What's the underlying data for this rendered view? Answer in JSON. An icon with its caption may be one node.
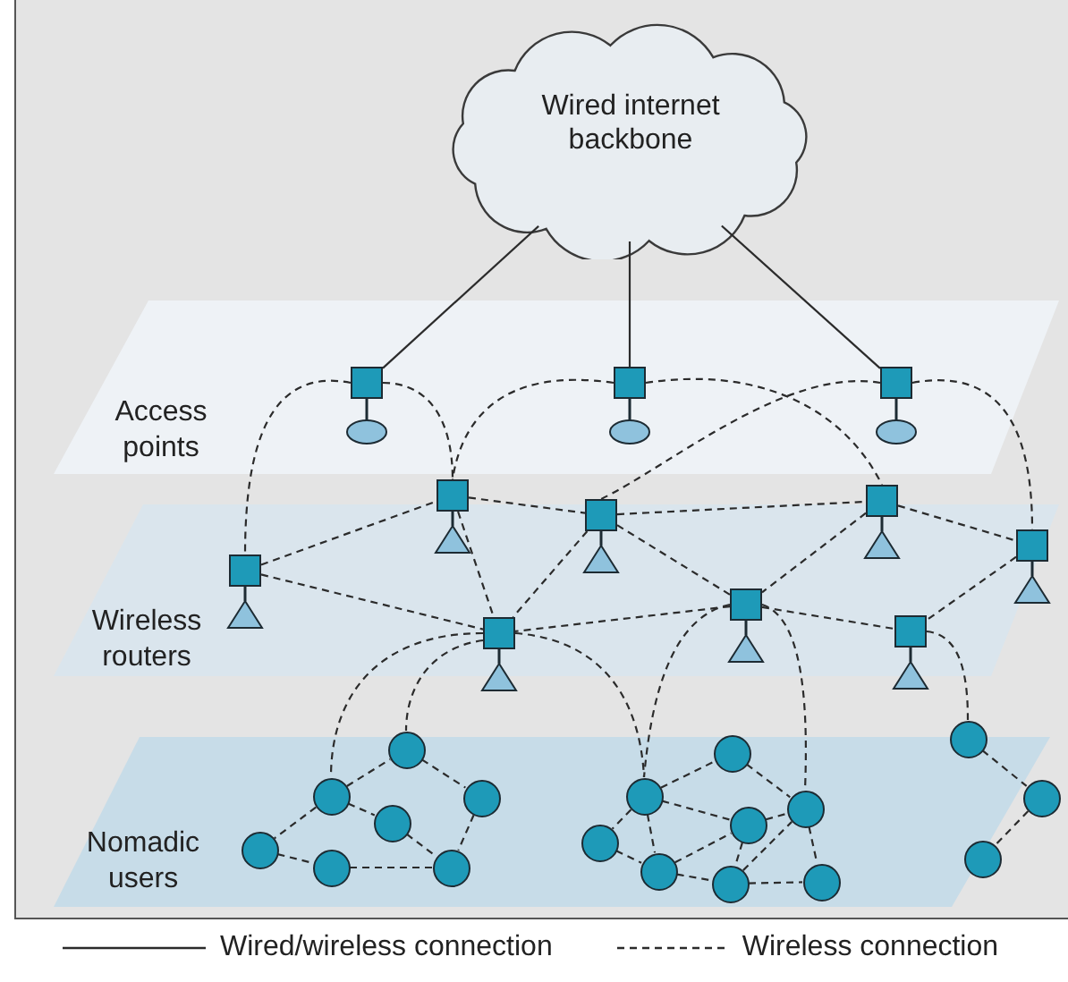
{
  "diagram": {
    "nodes": [
      {
        "text": [
          "Wired internet backbone"
        ]
      },
      {
        "text": [
          "Access points"
        ]
      },
      {
        "text": [
          "Wireless routers"
        ]
      },
      {
        "text": [
          "Nomadic users"
        ]
      },
      {
        "text": [],
        "shape": "box",
        "in": 1
      },
      {
        "text": [],
        "shape": "box",
        "in": 1
      },
      {
        "text": [],
        "shape": "box",
        "in": 1
      },
      {
        "text": [],
        "shape": "box"
      },
      {
        "text": [],
        "shape": "box"
      },
      {
        "text": [],
        "shape": "box"
      },
      {
        "text": [],
        "shape": "box",
        "in": 2
      },
      {
        "text": [],
        "shape": "box",
        "in": 2
      },
      {
        "text": [],
        "shape": "box",
        "in": 2
      },
      {
        "text": [],
        "shape": "box",
        "in": 2
      },
      {
        "text": [],
        "shape": "box",
        "in": 2
      },
      {
        "text": [],
        "shape": "circle"
      },
      {
        "text": [],
        "shape": "circle",
        "in": 3
      },
      {
        "text": [],
        "shape": "circle",
        "in": 3
      },
      {
        "text": [],
        "shape": "circle",
        "in": 3
      },
      {
        "text": [],
        "shape": "circle",
        "in": 3
      },
      {
        "text": [],
        "shape": "circle",
        "in": 3
      },
      {
        "text": [],
        "shape": "circle",
        "in": 3
      },
      {
        "text": [],
        "shape": "circle",
        "in": 3
      },
      {
        "text": [],
        "shape": "circle",
        "in": 3
      },
      {
        "text": [],
        "shape": "circle",
        "in": 3
      },
      {
        "text": [],
        "shape": "circle",
        "in": 3
      },
      {
        "text": [],
        "shape": "circle",
        "in": 3
      },
      {
        "text": [],
        "shape": "circle",
        "in": 3
      },
      {
        "text": [],
        "shape": "circle",
        "in": 3
      },
      {
        "text": [],
        "shape": "circle",
        "in": 3
      },
      {
        "text": [],
        "shape": "circle"
      },
      {
        "text": [],
        "shape": "circle"
      },
      {
        "text": [],
        "shape": "circle",
        "in": 3
      }
    ],
    "edges": [
      {
        "from": 0,
        "to": 4,
        "arrow": "none"
      },
      {
        "from": 0,
        "to": 5,
        "arrow": "none"
      },
      {
        "from": 0,
        "to": 6,
        "arrow": "none"
      },
      {
        "from": 4,
        "to": 11,
        "arrow": "none",
        "style": "dashed"
      },
      {
        "from": 4,
        "to": 7,
        "arrow": "none",
        "style": "dashed"
      },
      {
        "from": 5,
        "to": 7,
        "arrow": "none",
        "style": "dashed"
      },
      {
        "from": 5,
        "to": 9,
        "arrow": "none",
        "style": "dashed"
      },
      {
        "from": 6,
        "to": 8,
        "arrow": "none",
        "style": "dashed"
      },
      {
        "from": 6,
        "to": 10,
        "arrow": "none",
        "style": "dashed"
      },
      {
        "from": 11,
        "to": 7,
        "arrow": "none",
        "style": "dashed"
      },
      {
        "from": 11,
        "to": 13,
        "arrow": "none",
        "style": "dashed"
      },
      {
        "from": 7,
        "to": 8,
        "arrow": "none",
        "style": "dashed"
      },
      {
        "from": 7,
        "to": 13,
        "arrow": "none",
        "style": "dashed"
      },
      {
        "from": 8,
        "to": 13,
        "arrow": "none",
        "style": "dashed"
      },
      {
        "from": 8,
        "to": 9,
        "arrow": "none",
        "style": "dashed"
      },
      {
        "from": 8,
        "to": 12,
        "arrow": "none",
        "style": "dashed"
      },
      {
        "from": 9,
        "to": 12,
        "arrow": "none",
        "style": "dashed"
      },
      {
        "from": 9,
        "to": 10,
        "arrow": "none",
        "style": "dashed"
      },
      {
        "from": 10,
        "to": 14,
        "arrow": "none",
        "style": "dashed"
      },
      {
        "from": 12,
        "to": 13,
        "arrow": "none",
        "style": "dashed"
      },
      {
        "from": 12,
        "to": 14,
        "arrow": "none",
        "style": "dashed"
      },
      {
        "from": 13,
        "to": 16,
        "arrow": "none",
        "style": "dashed"
      },
      {
        "from": 13,
        "to": 15,
        "arrow": "none",
        "style": "dashed"
      },
      {
        "from": 13,
        "to": 23,
        "arrow": "none",
        "style": "dashed"
      },
      {
        "from": 12,
        "to": 23,
        "arrow": "none",
        "style": "dashed"
      },
      {
        "from": 12,
        "to": 24,
        "arrow": "none",
        "style": "dashed"
      },
      {
        "from": 14,
        "to": 30,
        "arrow": "none",
        "style": "dashed"
      },
      {
        "from": 16,
        "to": 15,
        "arrow": "none",
        "style": "dashed"
      },
      {
        "from": 15,
        "to": 17,
        "arrow": "none",
        "style": "dashed"
      },
      {
        "from": 16,
        "to": 18,
        "arrow": "none",
        "style": "dashed"
      },
      {
        "from": 16,
        "to": 19,
        "arrow": "none",
        "style": "dashed"
      },
      {
        "from": 18,
        "to": 21,
        "arrow": "none",
        "style": "dashed"
      },
      {
        "from": 17,
        "to": 21,
        "arrow": "none",
        "style": "dashed"
      },
      {
        "from": 19,
        "to": 20,
        "arrow": "none",
        "style": "dashed"
      },
      {
        "from": 20,
        "to": 21,
        "arrow": "none",
        "style": "dashed"
      },
      {
        "from": 23,
        "to": 22,
        "arrow": "none",
        "style": "dashed"
      },
      {
        "from": 22,
        "to": 24,
        "arrow": "none",
        "style": "dashed"
      },
      {
        "from": 23,
        "to": 25,
        "arrow": "none",
        "style": "dashed"
      },
      {
        "from": 23,
        "to": 26,
        "arrow": "none",
        "style": "dashed"
      },
      {
        "from": 23,
        "to": 27,
        "arrow": "none",
        "style": "dashed"
      },
      {
        "from": 26,
        "to": 27,
        "arrow": "none",
        "style": "dashed"
      },
      {
        "from": 27,
        "to": 25,
        "arrow": "none",
        "style": "dashed"
      },
      {
        "from": 27,
        "to": 28,
        "arrow": "none",
        "style": "dashed"
      },
      {
        "from": 25,
        "to": 24,
        "arrow": "none",
        "style": "dashed"
      },
      {
        "from": 25,
        "to": 28,
        "arrow": "none",
        "style": "dashed"
      },
      {
        "from": 28,
        "to": 24,
        "arrow": "none",
        "style": "dashed"
      },
      {
        "from": 24,
        "to": 29,
        "arrow": "none",
        "style": "dashed"
      },
      {
        "from": 28,
        "to": 29,
        "arrow": "none",
        "style": "dashed"
      },
      {
        "from": 30,
        "to": 31,
        "arrow": "none",
        "style": "dashed"
      },
      {
        "from": 31,
        "to": 32,
        "arrow": "none",
        "style": "dashed"
      }
    ],
    "legend": [
      {
        "text": "Wired/wireless connection"
      },
      {
        "text": "Wireless connection"
      }
    ]
  }
}
